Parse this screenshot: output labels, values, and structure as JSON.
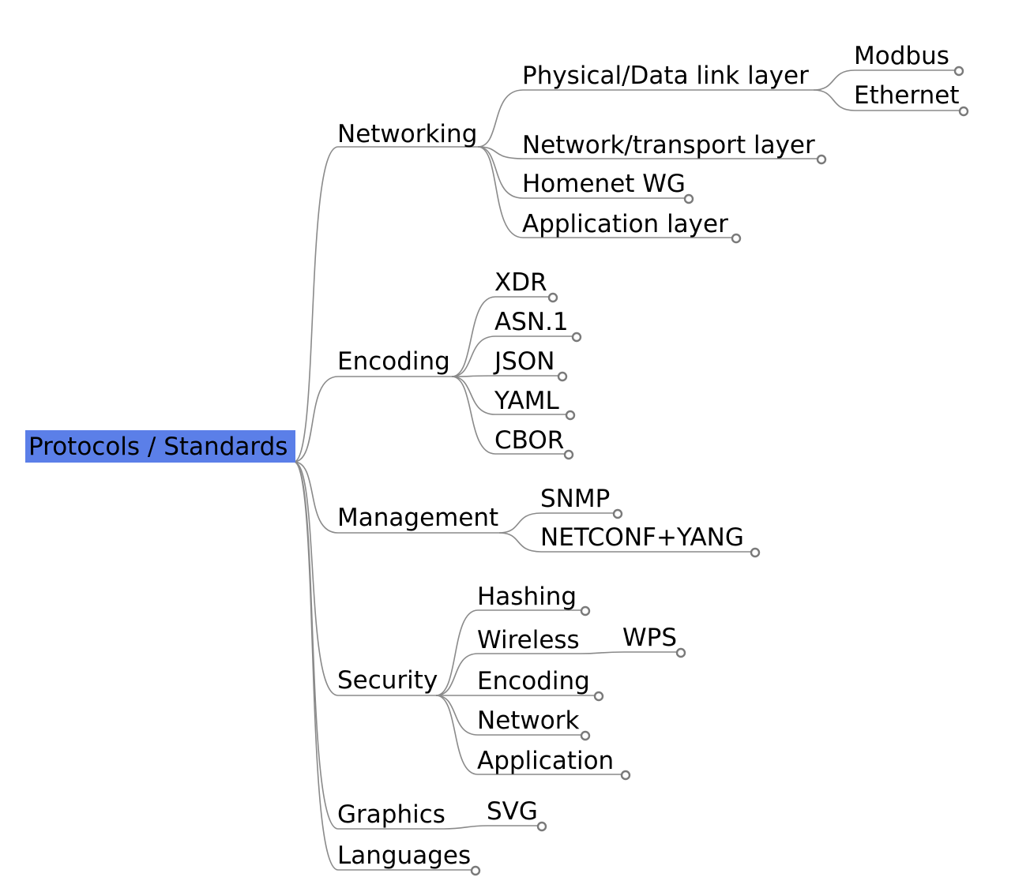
{
  "mindmap": {
    "root": "Protocols / Standards",
    "colors": {
      "root_highlight": "#5b7fe8",
      "edge": "#8a8a8a",
      "text": "#000000"
    },
    "branches": [
      {
        "label": "Networking",
        "children": [
          {
            "label": "Physical/Data link layer",
            "children": [
              {
                "label": "Modbus"
              },
              {
                "label": "Ethernet"
              }
            ]
          },
          {
            "label": "Network/transport layer"
          },
          {
            "label": "Homenet WG"
          },
          {
            "label": "Application layer"
          }
        ]
      },
      {
        "label": "Encoding",
        "children": [
          {
            "label": "XDR"
          },
          {
            "label": "ASN.1"
          },
          {
            "label": "JSON"
          },
          {
            "label": "YAML"
          },
          {
            "label": "CBOR"
          }
        ]
      },
      {
        "label": "Management",
        "children": [
          {
            "label": "SNMP"
          },
          {
            "label": "NETCONF+YANG"
          }
        ]
      },
      {
        "label": "Security",
        "children": [
          {
            "label": "Hashing"
          },
          {
            "label": "Wireless",
            "children": [
              {
                "label": "WPS"
              }
            ]
          },
          {
            "label": "Encoding"
          },
          {
            "label": "Network"
          },
          {
            "label": "Application"
          }
        ]
      },
      {
        "label": "Graphics",
        "children": [
          {
            "label": "SVG"
          }
        ]
      },
      {
        "label": "Languages"
      }
    ]
  }
}
